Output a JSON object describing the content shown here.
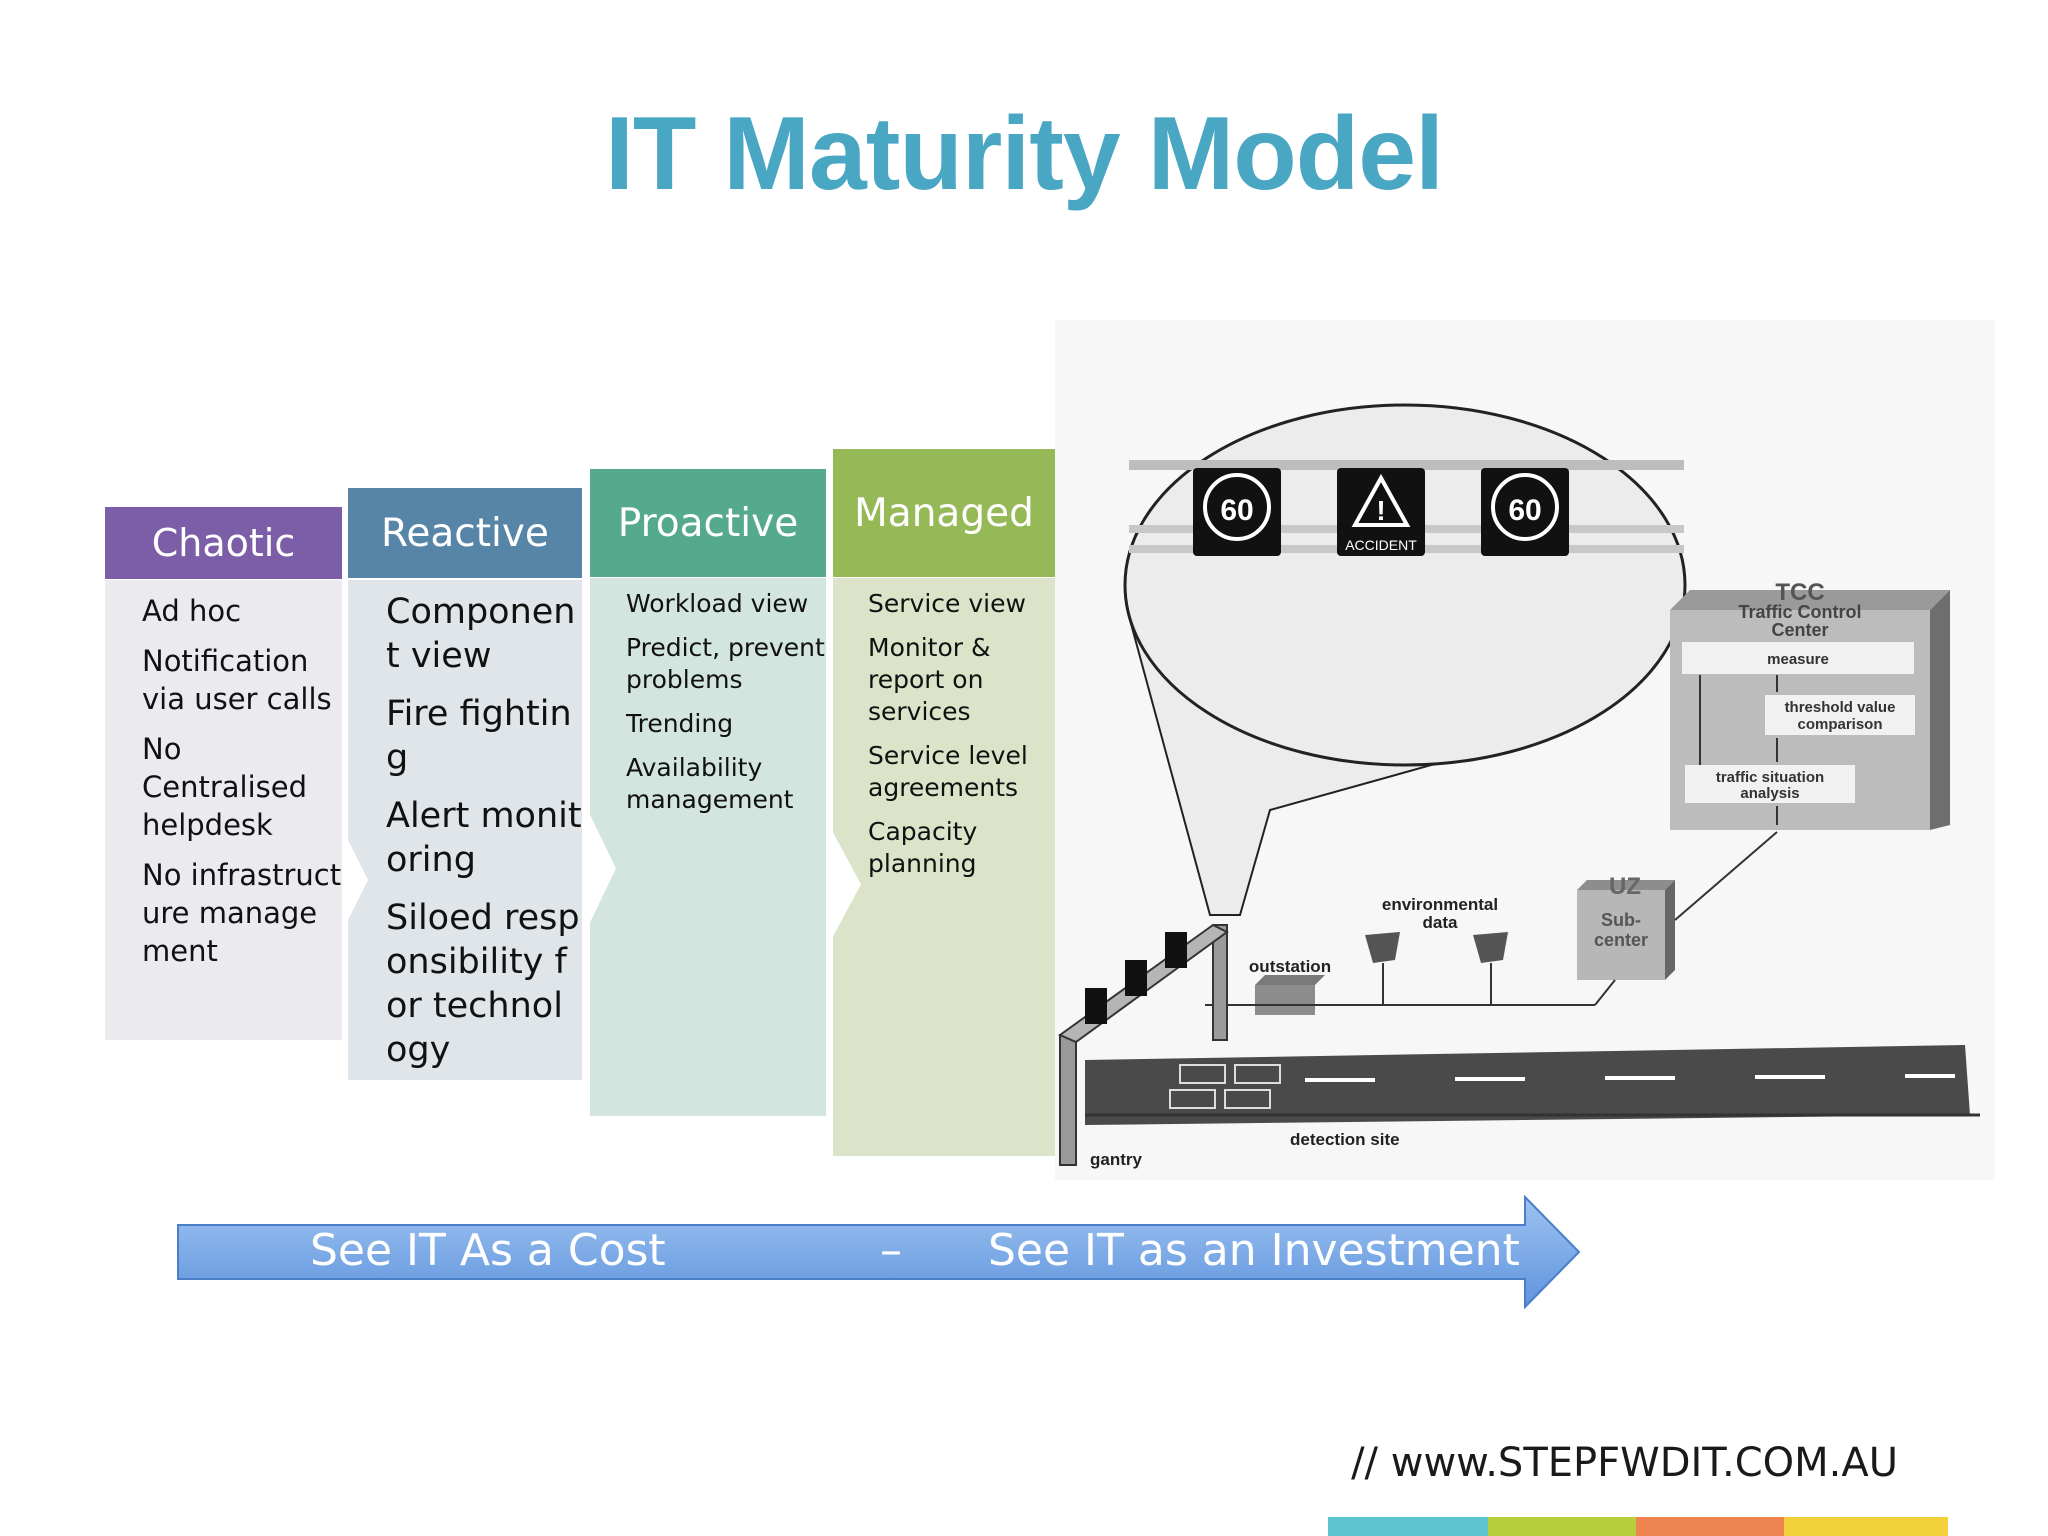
{
  "title": "IT Maturity Model",
  "columns": [
    {
      "header": "Chaotic",
      "color": "#7b5ea7",
      "bg": "#eaeaef",
      "items": [
        "Ad hoc",
        "Notification via user calls",
        "No Centralised helpdesk",
        "No infrastructure management"
      ]
    },
    {
      "header": "Reactive",
      "color": "#5785a8",
      "bg": "#dfe5e8",
      "items": [
        "Component view",
        "Fire fighting",
        "Alert monitoring",
        "Siloed responsibility for technology"
      ]
    },
    {
      "header": "Proactive",
      "color": "#55a98d",
      "bg": "#d3e5df",
      "items": [
        "Workload view",
        "Predict, prevent problems",
        "Trending",
        "Availability management"
      ]
    },
    {
      "header": "Managed",
      "color": "#96b957",
      "bg": "#dbe3c9",
      "items": [
        "Service view",
        "Monitor & report on services",
        "Service level agreements",
        "Capacity planning"
      ]
    }
  ],
  "arrow": {
    "left_text": "See IT As a Cost",
    "dash": "–",
    "right_text": "See IT as an Investment",
    "color": "#6ea3e6"
  },
  "diagram": {
    "sign1": "60",
    "sign2": "!",
    "sign2_label": "ACCIDENT",
    "sign3": "60",
    "tcc_title": "TCC",
    "tcc_sub1": "Traffic Control",
    "tcc_sub2": "Center",
    "measure": "measure",
    "threshold1": "threshold value",
    "threshold2": "comparison",
    "traffic1": "traffic situation",
    "traffic2": "analysis",
    "uz": "UZ",
    "sub1": "Sub-",
    "sub2": "center",
    "env1": "environmental",
    "env2": "data",
    "outstation": "outstation",
    "detection": "detection site",
    "gantry": "gantry"
  },
  "footer": "// www.STEPFWDIT.COM.AU",
  "stripes": [
    "#5bc4cf",
    "#b6cf3a",
    "#ee8450",
    "#f2d13a"
  ]
}
